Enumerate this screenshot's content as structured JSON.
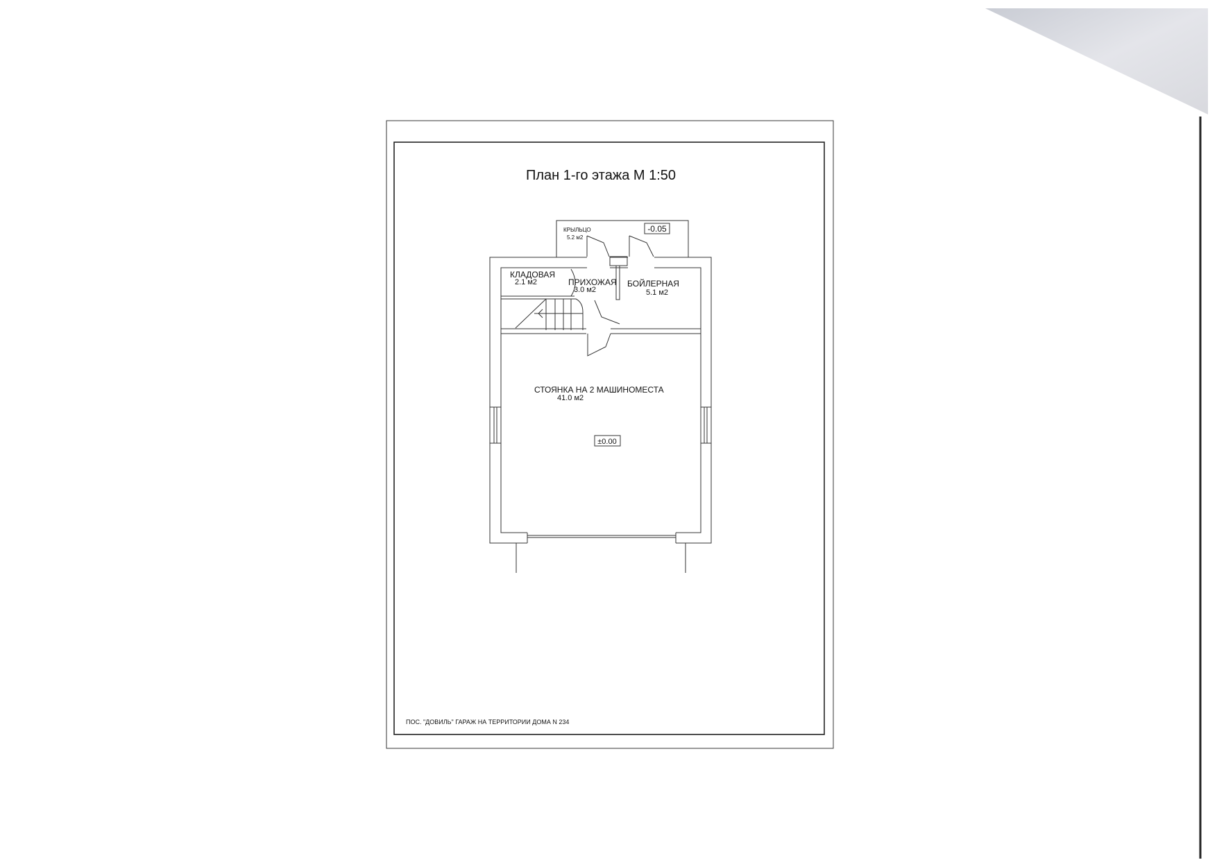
{
  "sheet": {
    "title": "План  1-го этажа  М 1:50",
    "footer": "ПОС. \"ДОВИЛЬ\" ГАРАЖ НА ТЕРРИТОРИИ ДОМА N 234"
  },
  "rooms": {
    "porch": {
      "name": "КРЫЛЬЦО",
      "area": "5.2 м2"
    },
    "storage": {
      "name": "КЛАДОВАЯ",
      "area": "2.1 м2"
    },
    "hallway": {
      "name": "ПРИХОЖАЯ",
      "area": "3.0 м2"
    },
    "boiler": {
      "name": "БОЙЛЕРНАЯ",
      "area": "5.1 м2"
    },
    "parking": {
      "name": "СТОЯНКА НА 2 МАШИНОМЕСТА",
      "area": "41.0 м2"
    }
  },
  "levels": {
    "porch": "-0.05",
    "floor": "±0.00"
  }
}
